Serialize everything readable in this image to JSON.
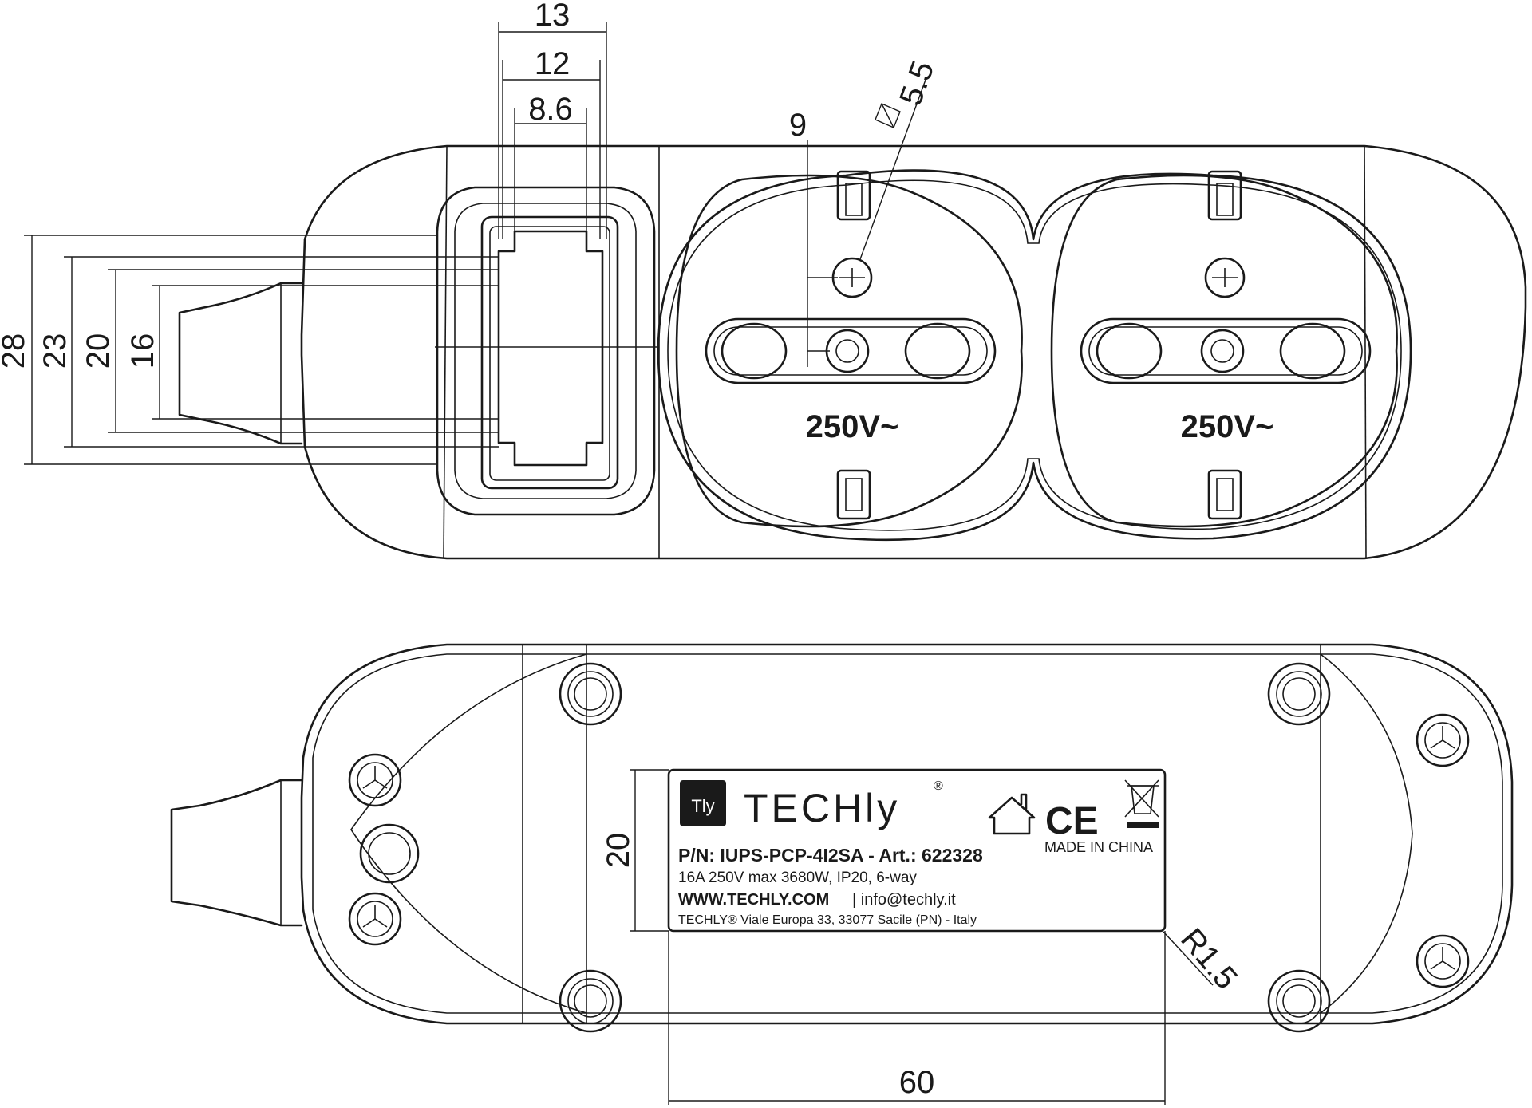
{
  "dimensions": {
    "switch_width_outer": "13",
    "switch_width_mid": "12",
    "switch_width_inner": "8.6",
    "socket_offset": "9",
    "socket_pin": "5.5",
    "height_28": "28",
    "height_23": "23",
    "height_20": "20",
    "height_16": "16",
    "label_height": "20",
    "label_width": "60",
    "label_radius": "R1.5"
  },
  "sockets": [
    {
      "voltage": "250V~"
    },
    {
      "voltage": "250V~"
    }
  ],
  "label": {
    "brand": "TECHly",
    "trademark": "®",
    "logo_text": "Tly",
    "part_number": "P/N: IUPS-PCP-4I2SA - Art.: 622328",
    "specs": "16A 250V max 3680W, IP20, 6-way",
    "website": "WWW.TECHLY.COM",
    "email": "| info@techly.it",
    "address": "TECHLY® Viale Europa 33, 33077 Sacile (PN) - Italy",
    "origin": "MADE IN CHINA",
    "ce_mark": "CE"
  },
  "icons": {
    "indoor": "house-icon",
    "weee": "crossed-bin-icon",
    "ce": "ce-mark-icon"
  }
}
